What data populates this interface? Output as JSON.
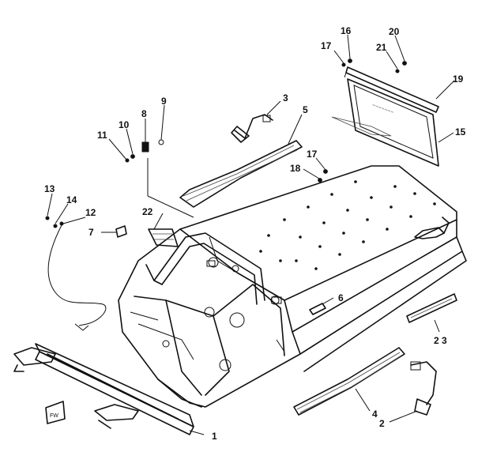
{
  "diagram": {
    "callouts": [
      {
        "id": "c1",
        "label": "1"
      },
      {
        "id": "c2",
        "label": "2"
      },
      {
        "id": "c3",
        "label": "3"
      },
      {
        "id": "c4",
        "label": "4"
      },
      {
        "id": "c5",
        "label": "5"
      },
      {
        "id": "c6",
        "label": "6"
      },
      {
        "id": "c7",
        "label": "7"
      },
      {
        "id": "c8",
        "label": "8"
      },
      {
        "id": "c9",
        "label": "9"
      },
      {
        "id": "c10",
        "label": "10"
      },
      {
        "id": "c11",
        "label": "11"
      },
      {
        "id": "c12",
        "label": "12"
      },
      {
        "id": "c13",
        "label": "13"
      },
      {
        "id": "c14",
        "label": "14"
      },
      {
        "id": "c15",
        "label": "15"
      },
      {
        "id": "c16",
        "label": "16"
      },
      {
        "id": "c17a",
        "label": "17"
      },
      {
        "id": "c17b",
        "label": "17"
      },
      {
        "id": "c18",
        "label": "18"
      },
      {
        "id": "c19",
        "label": "19"
      },
      {
        "id": "c20",
        "label": "20"
      },
      {
        "id": "c21",
        "label": "21"
      },
      {
        "id": "c22",
        "label": "22"
      },
      {
        "id": "c23",
        "label": "2 3"
      }
    ]
  },
  "colors": {
    "ink": "#111111",
    "paper": "#ffffff"
  }
}
